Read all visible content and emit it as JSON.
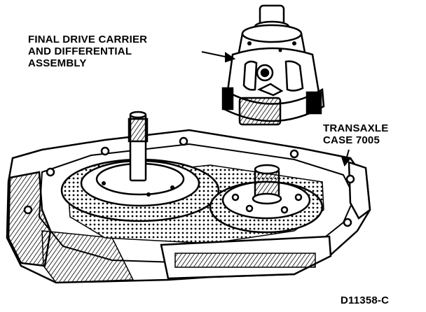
{
  "labels": {
    "carrier": [
      "FINAL DRIVE CARRIER",
      "AND DIFFERENTIAL",
      "ASSEMBLY"
    ],
    "case": [
      "TRANSAXLE",
      "CASE 7005"
    ],
    "figure_code": "D11358-C"
  }
}
